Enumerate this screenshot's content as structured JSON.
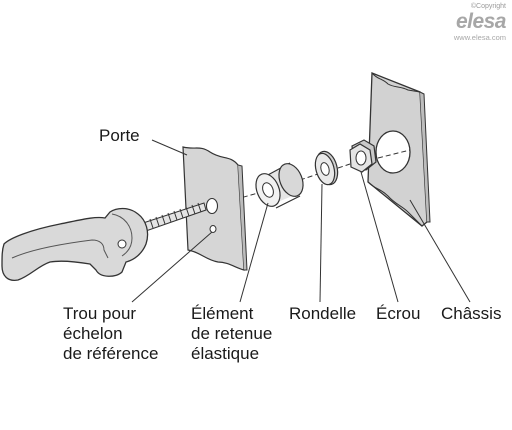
{
  "logo": {
    "copyright": "©Copyright",
    "brand": "elesa",
    "url": "www.elesa.com"
  },
  "labels": {
    "porte": "Porte",
    "trou": "Trou pour\néchelon\nde référence",
    "element": "Élément\nde retenue\nélastique",
    "rondelle": "Rondelle",
    "ecrou": "Écrou",
    "chassis": "Châssis"
  }
}
